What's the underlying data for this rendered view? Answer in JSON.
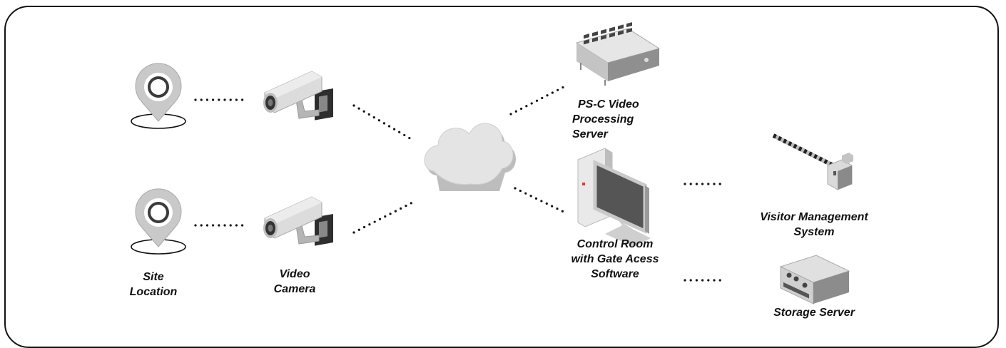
{
  "labels": {
    "site_location": [
      "Site",
      "Location"
    ],
    "video_camera": [
      "Video",
      "Camera"
    ],
    "psc_server": [
      "PS-C Video",
      "Processing Server"
    ],
    "control_room": [
      "Control Room",
      "with Gate Acess",
      "Software"
    ],
    "visitor_mgmt": [
      "Visitor Management",
      "System"
    ],
    "storage_server": [
      "Storage Server"
    ]
  },
  "icons": [
    "location-pin-icon",
    "cctv-camera-icon",
    "cloud-icon",
    "rack-server-icon",
    "desktop-computer-icon",
    "boom-barrier-icon",
    "storage-server-icon"
  ],
  "colors": {
    "icon_light": "#dcdcdc",
    "icon_mid": "#b9b9b9",
    "icon_dark": "#7a7a7a",
    "line": "#111111",
    "border": "#111111"
  }
}
